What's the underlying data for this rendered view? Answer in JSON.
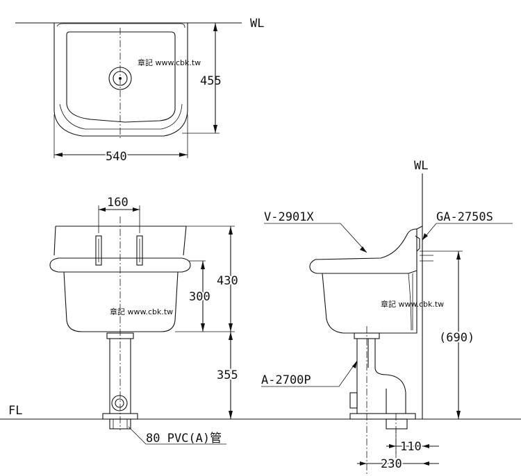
{
  "labels": {
    "wl_top": "WL",
    "wl_side": "WL",
    "fl": "FL",
    "watermark": "章記 www.cbk.tw",
    "model_sink": "V-2901X",
    "model_bracket": "GA-2750S",
    "model_trap": "A-2700P",
    "pipe_note": "80 PVC(A)管"
  },
  "dimensions": {
    "top_width": "540",
    "top_depth": "455",
    "bracket_spacing": "160",
    "bowl_height": "430",
    "bowl_inner": "300",
    "floor_to_bowl": "355",
    "wall_to_rim": "(690)",
    "trap_offset": "110",
    "trap_wall": "230"
  }
}
